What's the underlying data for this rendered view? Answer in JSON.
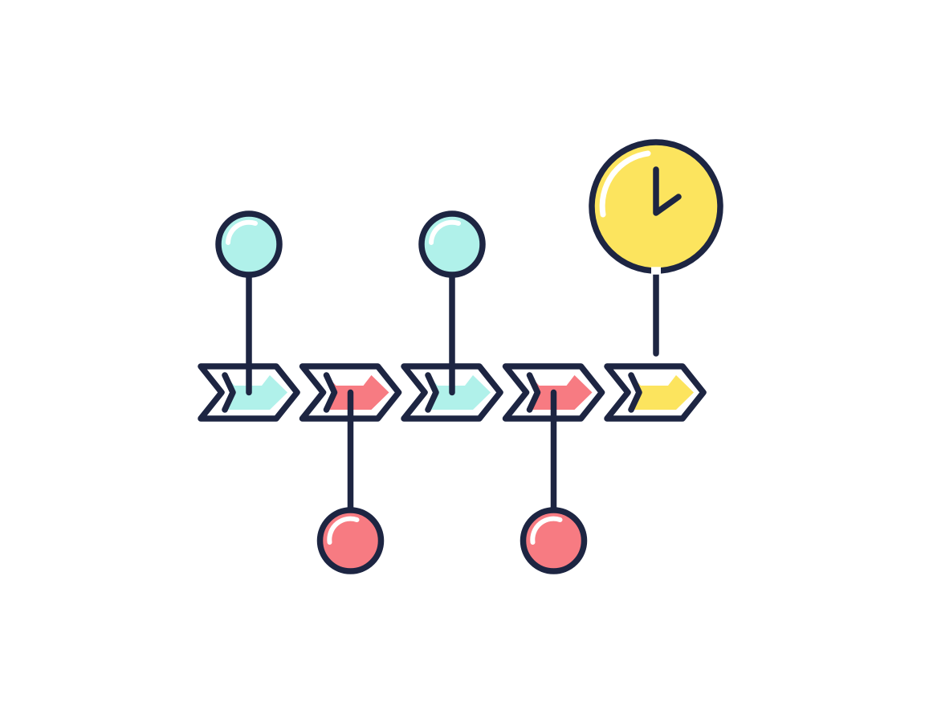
{
  "illustration": {
    "icon": "timeline-icon",
    "stroke_color": "#1d2542",
    "background_color": "#ffffff",
    "colors": {
      "teal": "#b0f1ea",
      "red": "#f77b82",
      "yellow": "#fce45e",
      "white": "#ffffff"
    },
    "steps": [
      {
        "color": "teal",
        "marker": "top-pin"
      },
      {
        "color": "red",
        "marker": "bottom-pin"
      },
      {
        "color": "teal",
        "marker": "top-pin"
      },
      {
        "color": "red",
        "marker": "bottom-pin"
      },
      {
        "color": "yellow",
        "marker": "clock"
      }
    ],
    "clock": {
      "icon": "clock-icon",
      "time_shown": "2:00"
    }
  }
}
